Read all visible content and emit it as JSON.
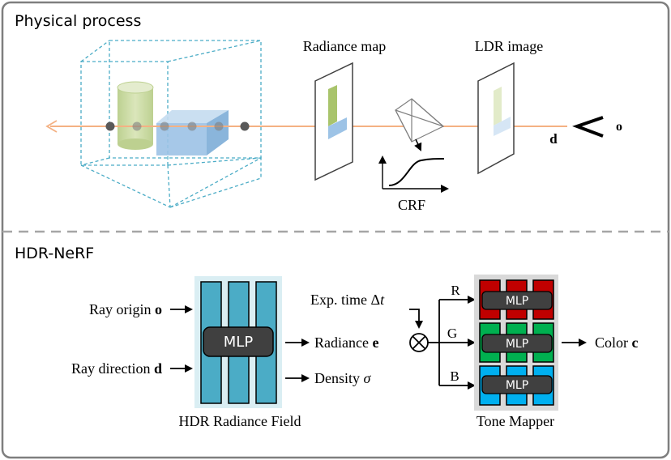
{
  "physical": {
    "title": "Physical process",
    "radiance_map_label": "Radiance map",
    "ldr_image_label": "LDR image",
    "crf_label": "CRF",
    "direction_label": "d",
    "origin_label": "o"
  },
  "hdr": {
    "title": "HDR-NeRF",
    "inputs": {
      "ray_origin_text": "Ray origin ",
      "ray_origin_sym": "o",
      "ray_direction_text": "Ray direction ",
      "ray_direction_sym": "d",
      "exp_time_text": "Exp. time Δ",
      "exp_time_sym": "t"
    },
    "field_mlp_label": "MLP",
    "field_caption": "HDR Radiance Field",
    "outputs": {
      "radiance_text": "Radiance ",
      "radiance_sym": "e",
      "density_text": "Density ",
      "density_sym": "σ"
    },
    "channels": {
      "r": "R",
      "g": "G",
      "b": "B"
    },
    "tone_mlp_label": "MLP",
    "tone_caption": "Tone Mapper",
    "color_text": "Color ",
    "color_sym": "c"
  },
  "colors": {
    "border": "#7f7f7f",
    "ray": "#f4b183",
    "teal_bg": "#daeef3",
    "teal_bar": "#4bacc6",
    "mlp_box": "#404040",
    "red": "#c00000",
    "green": "#00b050",
    "blue": "#00b0f0",
    "tone_bg": "#d9d9d9",
    "cube_edge": "#4bacc6",
    "cylinder": "#c4d79b",
    "box": "#9dc3e6"
  }
}
